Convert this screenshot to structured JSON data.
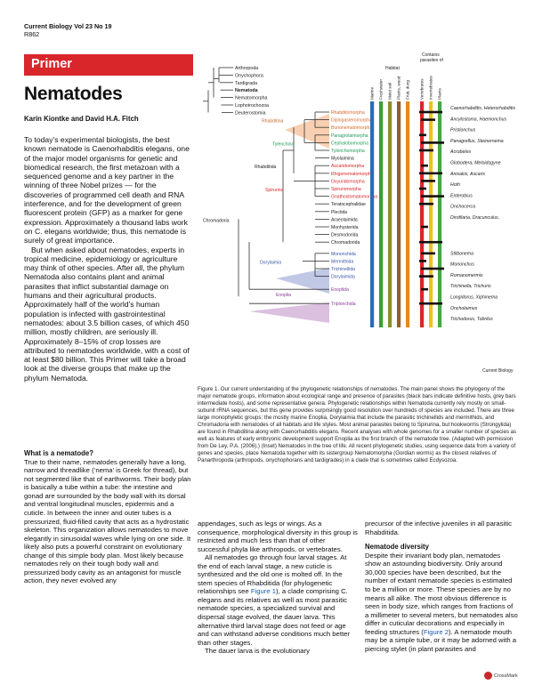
{
  "header": {
    "journal_line": "Current Biology Vol 23 No 19",
    "page": "R862"
  },
  "section_label": "Primer",
  "title": "Nematodes",
  "authors": "Karin Kiontke and David H.A. Fitch",
  "intro": [
    "To today’s experimental biologists, the best known nematode is Caenorhabditis elegans, one of the major model organisms for genetic and biomedical research, the first metazoan with a sequenced genome and a key partner in the winning of three Nobel prizes — for the discoveries of programmed cell death and RNA interference, and for the development of green fluorescent protein (GFP) as a marker for gene expression. Approximately a thousand labs work on C. elegans worldwide; thus, this nematode is surely of great importance.",
    "But when asked about nematodes, experts in tropical medicine, epidemiology or agriculture may think of other species. After all, the phylum Nematoda also contains plant and animal parasites that inflict substantial damage on humans and their agricultural products. Approximately half of the world’s human population is infected with gastrointestinal nematodes: about 3.5 billion cases, of which 450 million, mostly children, are seriously ill. Approximately 8–15% of crop losses are attributed to nematodes worldwide, with a cost of at least $80 billion. This Primer will take a broad look at the diverse groups that make up the phylum Nematoda."
  ],
  "what_heading": "What is a nematode?",
  "col1_body": "True to their name, nematodes generally have a long, narrow and threadlike (‘nema’ is Greek for thread), but not segmented like that of earthworms. Their body plan is basically a tube within a tube: the intestine and gonad are surrounded by the body wall with its dorsal and ventral longitudinal muscles, epidermis and a cuticle. In between the inner and outer tubes is a pressurized, fluid-filled cavity that acts as a hydrostatic skeleton. This organization allows nematodes to move elegantly in sinusoidal waves while lying on one side. It likely also puts a powerful constraint on evolutionary change of this simple body plan. Most likely because nematodes rely on their tough body wall and pressurized body cavity as an antagonist for muscle action, they never evolved any",
  "col2_p1": "appendages, such as legs or wings. As a consequence, morphological diversity in this group is restricted and much less than that of other successful phyla like arthropods, or vertebrates.",
  "col2_p2_a": "All nematodes go through four larval stages. At the end of each larval stage, a new cuticle is synthesized and the old one is molted off. In the stem species of Rhabditida (for phylogenetic relationships see ",
  "col2_p2_link": "Figure 1",
  "col2_p2_b": "), a clade comprising C. elegans and its relatives as well as most parasitic nematode species, a specialized survival and dispersal stage evolved, the dauer larva. This alternative third larval stage does not feed or age and can withstand adverse conditions much better than other stages.",
  "col2_p3": "The dauer larva is the evolutionary",
  "col3_p1": "precursor of the infective juveniles in all parasitic Rhabditida.",
  "diversity_heading": "Nematode diversity",
  "col3_p2_a": "Despite their invariant body plan, nematodes show an astounding biodiversity. Only around 30,000 species have been described, but the number of extant nematode species is estimated to be a million or more. These species are by no means all alike. The most obvious difference is seen in body size, which ranges from fractions of a millimeter to several meters, but nematodes also differ in cuticular decorations and especially in feeding structures (",
  "col3_p2_link": "Figure 2",
  "col3_p2_b": "). A nematode mouth may be a simple tube, or it may be adorned with a piercing stylet (in plant parasites and",
  "caption_lead": "Figure 1. Our current understanding of the phylogenetic relationships of nematodes.",
  "caption_body": "The main panel shows the phylogeny of the major nematode groups, information about ecological range and presence of parasites (black bars indicate definitive hosts, grey bars intermediate hosts), and some representative genera. Phylogenetic relationships within Nematoda currently rely mostly on small-subunit rRNA sequences, but this gene provides surprisingly good resolution over hundreds of species are included. There are three large monophyletic groups: the mostly marine Enoplia, Dorylaimia that include the parasitic trichinellids and mermithids, and Chromadoria with nematodes of all habitats and life styles. Most animal parasites belong to Spirurina, but hookworms (Strongylida) are found in Rhabditina along with Caenorhabditis elegans. Recent analyses with whole genomes for a smaller number of species as well as features of early embryonic development support Enoplia as the first branch of the nematode tree. (Adapted with permission from De Ley, P.A. (2006).) (Inset) Nematodes in the tree of life. All recent phylogenetic studies, using sequence data from a variety of genes and species, place Nematoda together with its sistergroup Nematomorpha (Gordian worms) as the closest relatives of Panarthropoda (arthropods, onychophorans and tardigrades) in a clade that is sometimes called Ecdysozoa.",
  "figure": {
    "credit": "Current Biology",
    "inset_taxa": [
      "Arthropoda",
      "Onychophora",
      "Tardigrada",
      "Nematoda",
      "Nematomorpha",
      "Lophotrochozoa",
      "Deuterostomia"
    ],
    "clade_labels": [
      "Rhabditina",
      "Tylenchina",
      "Rhabditida",
      "Spirurina",
      "Chromadoria",
      "Dorylaimia",
      "Enoplia"
    ],
    "rhabditina_taxa": [
      "Rhabditomorpha",
      "Diplogasteromorpha",
      "Bunonematomorpha"
    ],
    "tylenchina_taxa": [
      "Panagrolaimorpha",
      "Cephalobomorpha",
      "Tylenchomorpha"
    ],
    "myolaimina": "Myolaimina",
    "spirurina_taxa": [
      "Ascaridomorpha",
      "Rhigonematomorpha",
      "Oxyuridomorpha",
      "Spiruromorpha",
      "Gnathostomatomorpha"
    ],
    "chromadoria_taxa": [
      "Teratocephalidae",
      "Plectida",
      "Araeolaimida",
      "Monhysterida",
      "Desmodorida",
      "Chromadorida"
    ],
    "dorylaimia_taxa": [
      "Mononchida",
      "Mermithida",
      "Trichinellida",
      "Dorylaimida"
    ],
    "enoplia_taxa": [
      "Enoplida",
      "Triplonchida"
    ],
    "habitat_header": "Habitat",
    "habitat_cols": [
      "Marine",
      "Freshwater",
      "Moist soil",
      "Plants, wood",
      "Fruit, dung"
    ],
    "parasites_header": "Contains parasites of",
    "parasite_cols": [
      "Vertebrates",
      "Invertebrates",
      "Plants"
    ],
    "genera": [
      "Caenorhabditis, Heterorhabditis",
      "Ancylostoma, Haemonchus",
      "Pristionchus",
      "Panagrellus, Steinernema",
      "Acrobeles",
      "Globodera, Meloidogyne",
      "Anisakis, Ascaris",
      "Hoth",
      "Enterobius",
      "Onchocerca",
      "Dirofilaria, Dracunculus,",
      "Stilbonema",
      "Mononchus",
      "Romanomermis",
      "Trichinella, Trichuris",
      "Longidorus, Xiphinema",
      "Oncholaimus",
      "Trichodorus, Tobrilus"
    ],
    "colors": {
      "rhabditina_fill": "#f7c7a3",
      "tylenchina_text": "#1f9a57",
      "spirurina_text": "#d8262b",
      "dorylaimia_fill": "#b9c2e3",
      "enoplia_fill": "#d7b9dc",
      "habitat_blue": "#2b6cb8",
      "habitat_green": "#3f9a3a",
      "habitat_olive": "#8a8f2a",
      "habitat_brown": "#9a5b2b",
      "habitat_orange": "#e28a1f",
      "parasite_red": "#d8262b",
      "parasite_yellow": "#e8c620",
      "parasite_green": "#44a845"
    }
  },
  "crossmark": "CrossMark"
}
